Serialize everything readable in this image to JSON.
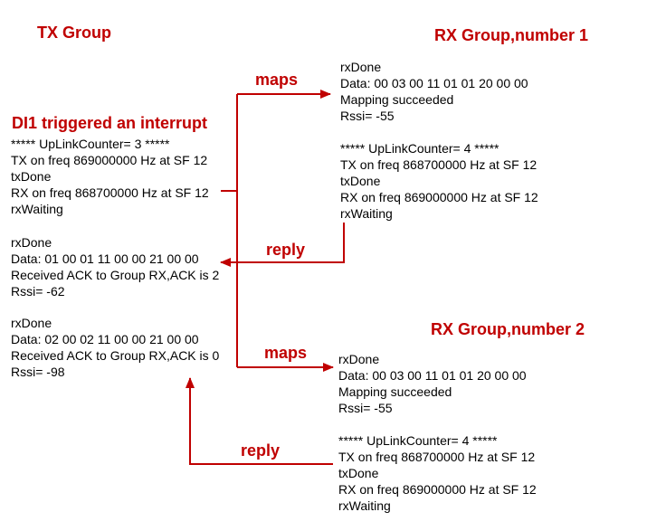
{
  "titles": {
    "tx_group": "TX Group",
    "rx_group_1": "RX Group,number 1",
    "rx_group_2": "RX Group,number 2",
    "interrupt": "DI1 triggered an interrupt"
  },
  "labels": {
    "maps_1": "maps",
    "maps_2": "maps",
    "reply_1": "reply",
    "reply_2": "reply"
  },
  "tx_block_1": [
    "***** UpLinkCounter= 3 *****",
    "TX on freq 869000000 Hz at SF 12",
    "txDone",
    "RX on freq 868700000 Hz at SF 12",
    "rxWaiting"
  ],
  "tx_block_2": [
    "rxDone",
    "Data: 01 00 01 11 00 00 21 00 00",
    "Received ACK to Group RX,ACK is 2",
    "Rssi= -62"
  ],
  "tx_block_3": [
    "rxDone",
    "Data: 02 00 02 11 00 00 21 00 00",
    "Received ACK to Group RX,ACK is 0",
    "Rssi= -98"
  ],
  "rx1_block_1": [
    "rxDone",
    "Data: 00 03 00 11 01 01 20 00 00",
    "Mapping succeeded",
    "Rssi= -55"
  ],
  "rx1_block_2": [
    "***** UpLinkCounter= 4 *****",
    "TX on freq 868700000 Hz at SF 12",
    "txDone",
    "RX on freq 869000000 Hz at SF 12",
    "rxWaiting"
  ],
  "rx2_block_1": [
    "rxDone",
    "Data: 00 03 00 11 01 01 20 00 00",
    "Mapping succeeded",
    "Rssi= -55"
  ],
  "rx2_block_2": [
    "***** UpLinkCounter= 4 *****",
    "TX on freq 868700000 Hz at SF 12",
    "txDone",
    "RX on freq 869000000 Hz at SF 12",
    "rxWaiting"
  ],
  "colors": {
    "accent": "#c00000",
    "text": "#000000"
  }
}
